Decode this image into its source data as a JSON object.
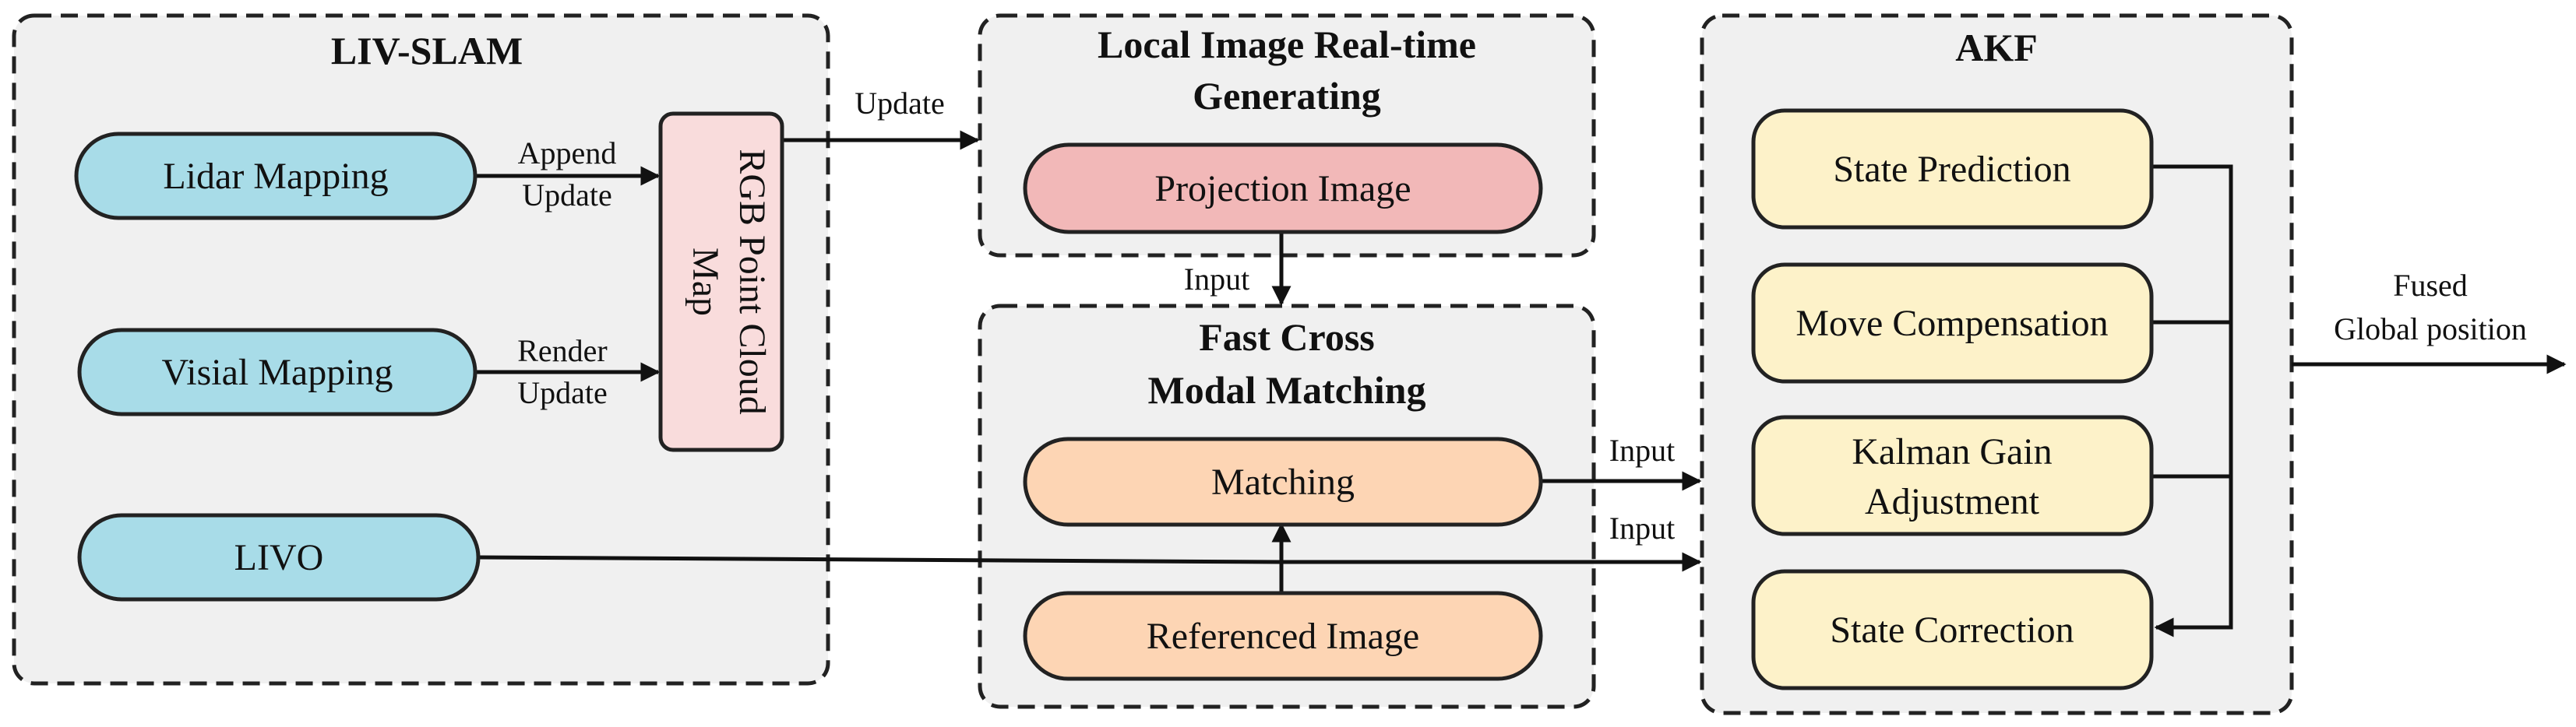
{
  "colors": {
    "group_fill": "#f0f0f0",
    "stroke": "#222222",
    "mapping_node": "#a8dce8",
    "rgb_map_node": "#f9dcdc",
    "projection_node": "#f2b8b8",
    "matching_node": "#fdd5b4",
    "akf_node": "#fdf2c9"
  },
  "groups": {
    "liv_slam": "LIV-SLAM",
    "local_image": [
      "Local Image Real-time",
      "Generating"
    ],
    "fast_cross": [
      "Fast Cross",
      "Modal Matching"
    ],
    "akf": "AKF"
  },
  "nodes": {
    "lidar_mapping": "Lidar Mapping",
    "visial_mapping": "Visial Mapping",
    "livo": "LIVO",
    "rgb_point_cloud_map": [
      "RGB Point Cloud",
      "Map"
    ],
    "projection_image": "Projection Image",
    "matching": "Matching",
    "referenced_image": "Referenced Image",
    "state_prediction": "State Prediction",
    "move_compensation": "Move Compensation",
    "kalman_gain": [
      "Kalman Gain",
      "Adjustment"
    ],
    "state_correction": "State Correction"
  },
  "edge_labels": {
    "append_update": [
      "Append",
      "Update"
    ],
    "render_update": [
      "Render",
      "Update"
    ],
    "update": "Update",
    "input_projection": "Input",
    "input_matching": "Input",
    "input_livo": "Input",
    "fused_output": [
      "Fused",
      "Global position"
    ]
  }
}
